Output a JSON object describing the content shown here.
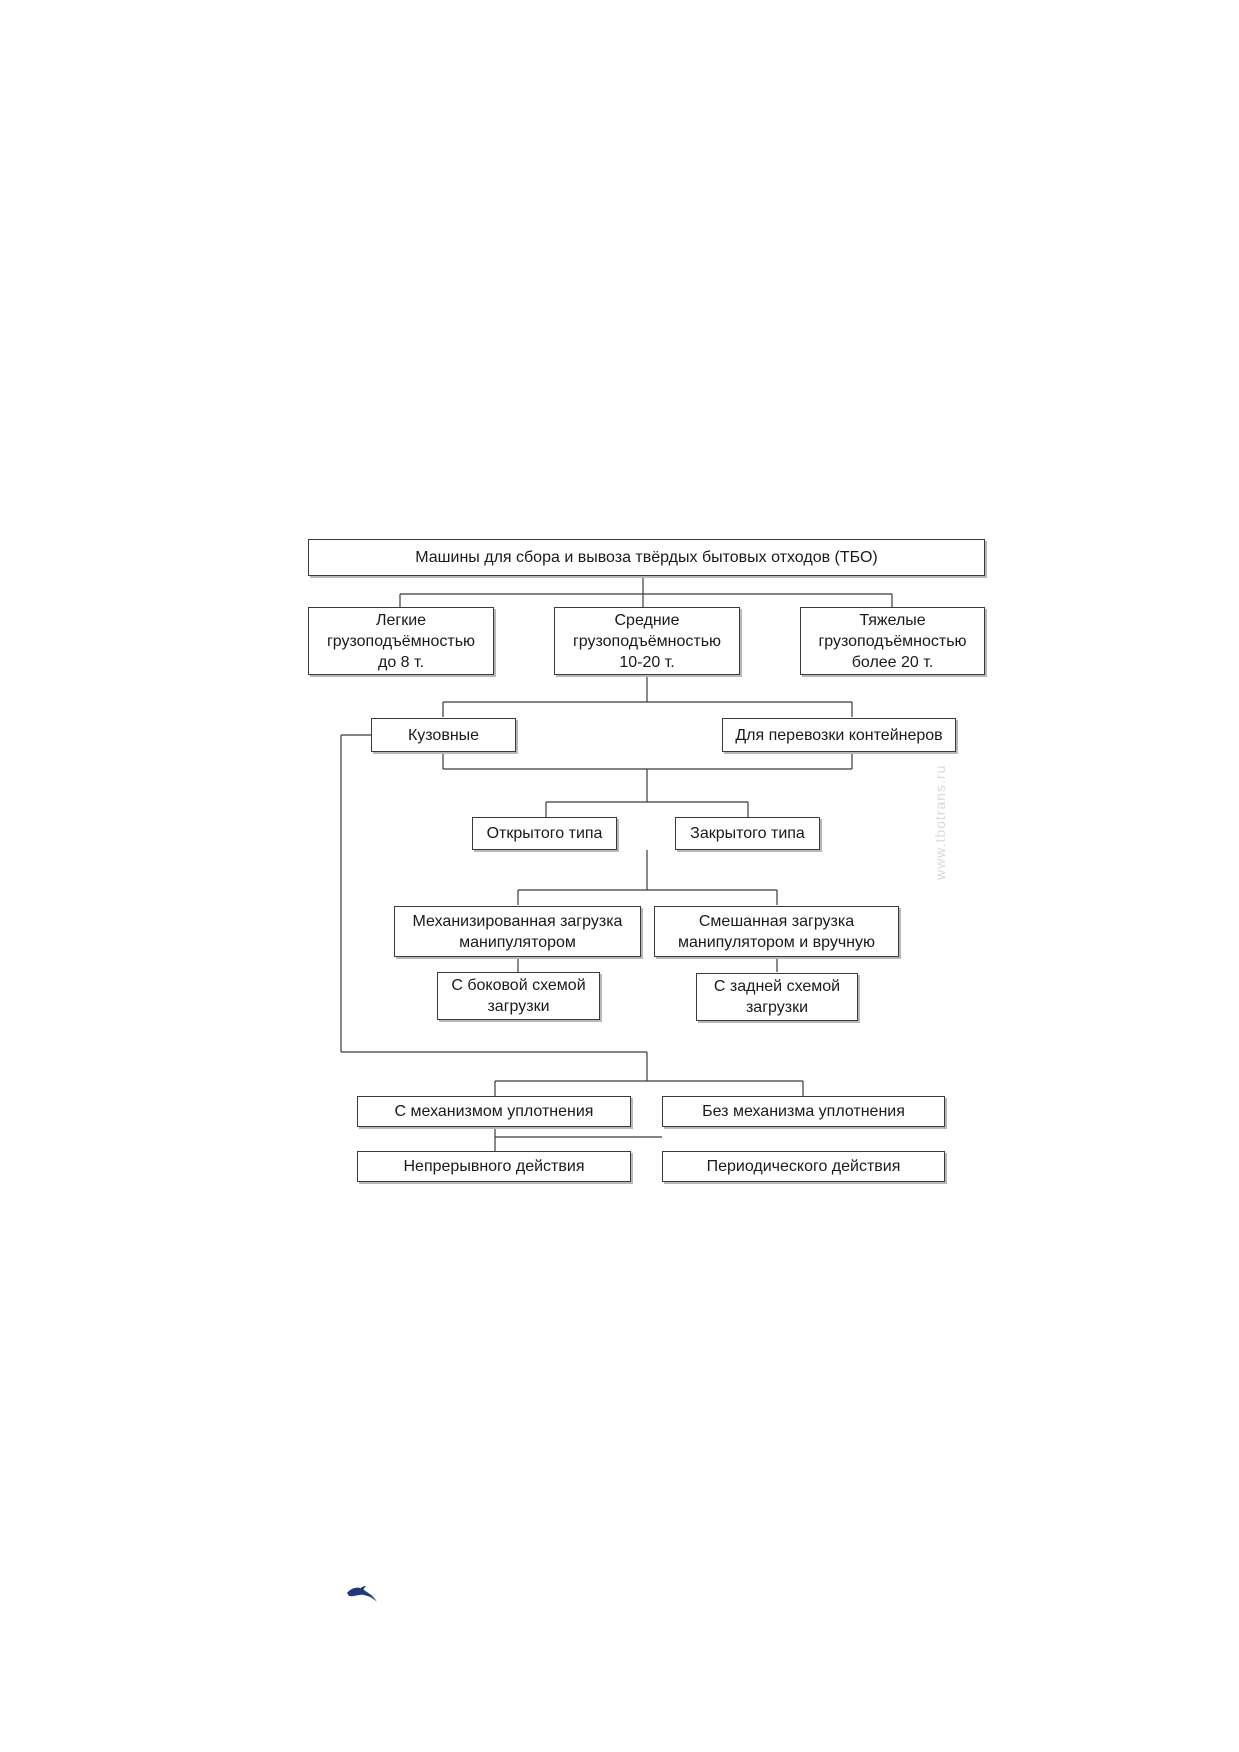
{
  "diagram": {
    "root": "Машины для сбора и вывоза твёрдых бытовых отходов (ТБО)",
    "capacity": [
      {
        "lines": [
          "Легкие",
          "грузоподъёмностью",
          "до 8 т."
        ]
      },
      {
        "lines": [
          "Средние",
          "грузоподъёмностью",
          "10-20 т."
        ]
      },
      {
        "lines": [
          "Тяжелые",
          "грузоподъёмностью",
          "более 20 т."
        ]
      }
    ],
    "body_type": {
      "bodied": "Кузовные",
      "container": "Для перевозки контейнеров"
    },
    "container_type": {
      "open": "Открытого типа",
      "closed": "Закрытого типа"
    },
    "loading": {
      "mechanized": [
        "Механизированная загрузка",
        "манипулятором"
      ],
      "mixed": [
        "Смешанная загрузка",
        "манипулятором и вручную"
      ],
      "side": [
        "С боковой схемой",
        "загрузки"
      ],
      "rear": [
        "С задней схемой",
        "загрузки"
      ]
    },
    "compaction": {
      "with": "С механизмом уплотнения",
      "without": "Без механизма уплотнения",
      "continuous": "Непрерывного действия",
      "periodic": "Периодического действия"
    }
  },
  "watermark": "www.tbotrans.ru",
  "logo_icon": "bird-logo-icon",
  "colors": {
    "line": "#3a3a3a",
    "shadow": "#b8b8b8",
    "logo": "#1f3a7a"
  }
}
